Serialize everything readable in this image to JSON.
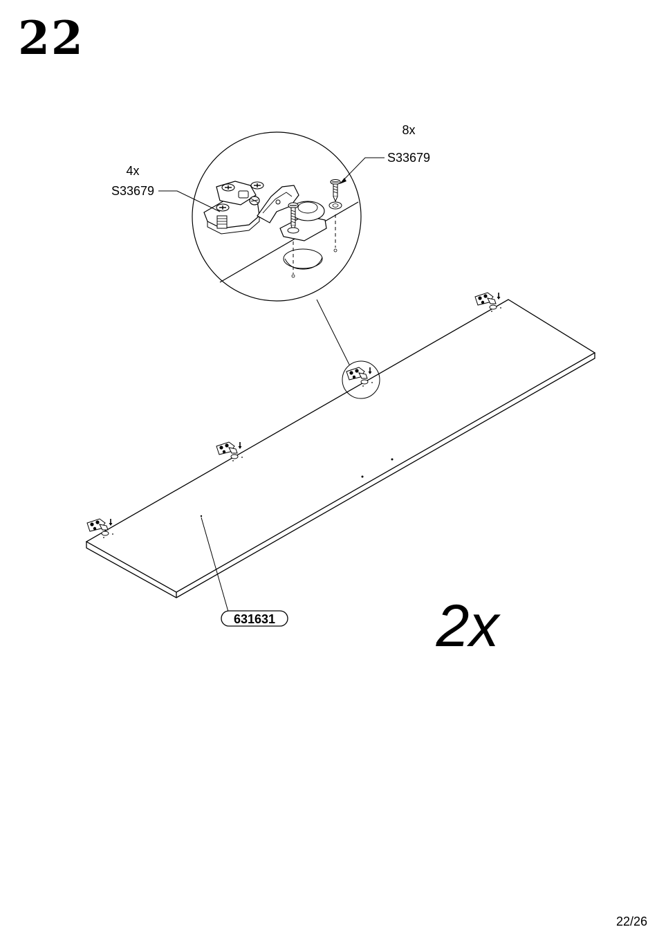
{
  "step_number": "22",
  "page_number": "22/26",
  "callouts": {
    "left_qty": "4x",
    "left_part": "S33679",
    "right_qty": "8x",
    "right_part": "S33679"
  },
  "panel_part_number": "631631",
  "multiplier": "2x"
}
